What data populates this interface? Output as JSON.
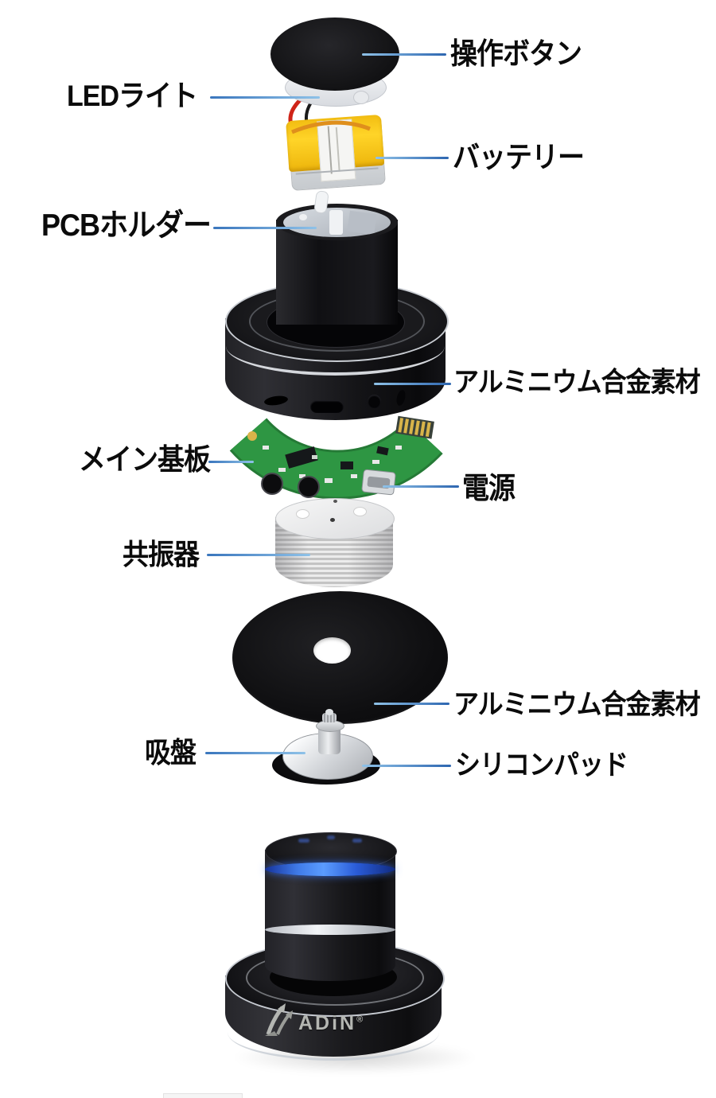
{
  "image_type": "product-exploded-diagram",
  "callouts": [
    {
      "label": "操作ボタン",
      "side": "right",
      "target": "operation-button"
    },
    {
      "label": "LEDライト",
      "side": "left",
      "target": "led-light-ring"
    },
    {
      "label": "バッテリー",
      "side": "right",
      "target": "battery"
    },
    {
      "label": "PCBホルダー",
      "side": "left",
      "target": "pcb-holder"
    },
    {
      "label": "アルミニウム合金素材",
      "side": "right",
      "target": "aluminum-alloy-body"
    },
    {
      "label": "メイン基板",
      "side": "left",
      "target": "main-circuit-board"
    },
    {
      "label": "電源",
      "side": "right",
      "target": "power-connector"
    },
    {
      "label": "共振器",
      "side": "left",
      "target": "resonator"
    },
    {
      "label": "アルミニウム合金素材",
      "side": "right",
      "target": "aluminum-alloy-disc"
    },
    {
      "label": "吸盤",
      "side": "left",
      "target": "suction-cup"
    },
    {
      "label": "シリコンパッド",
      "side": "right",
      "target": "silicone-pad"
    }
  ],
  "brand": {
    "logo_text": "ADiN",
    "registered_mark": "®"
  },
  "colors": {
    "background": "#ffffff",
    "label_text": "#0b0b0b",
    "leader_line_light": "#8fc2e8",
    "leader_line_dark": "#2d66b0",
    "battery_yellow": "#f2bd12",
    "pcb_green": "#2e9643",
    "led_ring_blue": "#3f7ae8",
    "metal_silver": "#d7dadd",
    "product_black": "#121214"
  }
}
